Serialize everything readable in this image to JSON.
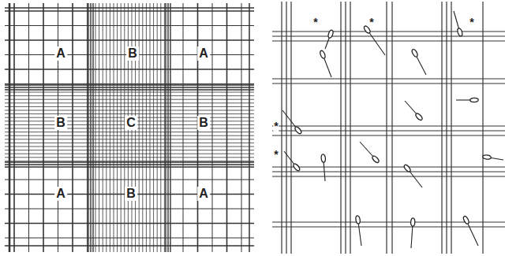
{
  "diagram": {
    "labels": [
      "A",
      "B",
      "A",
      "B",
      "C",
      "B",
      "A",
      "B",
      "A",
      "*",
      "*",
      "*",
      "*",
      "*"
    ]
  }
}
